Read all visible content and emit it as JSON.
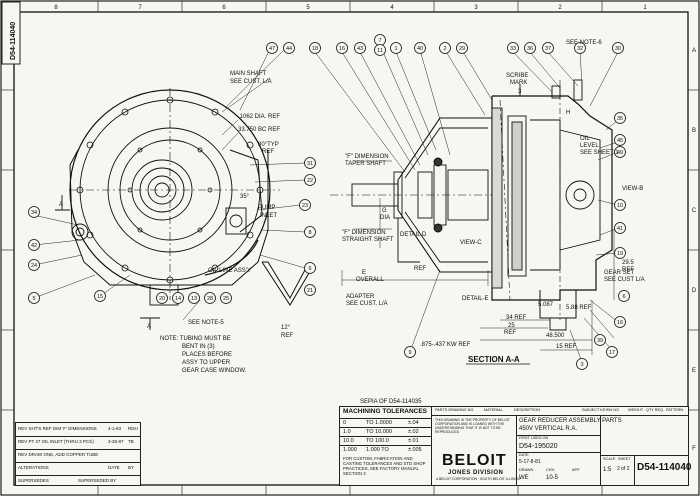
{
  "drawing": {
    "number": "D54-114040",
    "corner_number": "D54-114040",
    "section_title": "SECTION A-A",
    "sepia_note": "SEPIA OF D54-114035"
  },
  "leaders": {
    "main_shaft": "MAIN SHAFT",
    "main_shaft_sub": "SEE CUST. L/A",
    "dia_ref": ".1062 DIA. REF",
    "bc_ref": "33.750 BC REF",
    "deg_typ": "30°TYP",
    "deg_typ_sub": "REF",
    "deg_35": "35°",
    "pump_inlet_a": "PUMP",
    "pump_inlet_b": "INLET",
    "oil_line": "OIL LINE ASS'Y",
    "see_note5": "SEE NOTE-5",
    "deg_12": "12°",
    "deg_12_ref": "REF",
    "note_a": "NOTE: TUBING MUST BE",
    "note_b": "BENT IN (3)",
    "note_c": "PLACES BEFORE",
    "note_d": "ASSY TO UPPER",
    "note_e": "GEAR CASE WINDOW.",
    "see_note6": "SEE NOTE-6",
    "scribe_a": "SCRIBE",
    "scribe_b": "MARK",
    "oil_level_a": "OIL",
    "oil_level_b": "LEVEL",
    "oil_level_c": "SEE SHEET 1",
    "view_b": "VIEW-B",
    "view_c": "VIEW-C",
    "detail_d": "DETAIL D",
    "detail_e": "DETAIL-E",
    "gear_set_a": "GEAR SET",
    "gear_set_b": "SEE CUST L/A",
    "f_dim_a": "\"F\" DIMENSION",
    "f_dim_a2": "TAPER SHAFT",
    "f_dim_b": "\"F\" DIMENSION",
    "f_dim_b2": "STRAIGHT SHAFT",
    "g_dia": "G",
    "g_dia2": "DIA",
    "e_overall": "E",
    "e_overall2": "OVERALL",
    "adapter_a": "ADAPTER",
    "adapter_b": "SEE CUST. L/A",
    "dim_ref": "REF",
    "dim_295": "29.5",
    "dim_295r": "REF",
    "dim_5087": "5.087",
    "dim_588": "5.88 REF",
    "dim_34": "34 REF",
    "dim_25": "25",
    "dim_25r": "REF",
    "dim_48500": "48.500",
    "dim_15": "15 REF",
    "dim_875": ".875-.437 KW REF",
    "dim_3": "3",
    "dim_h": "H",
    "sec_a_left": "A",
    "sec_a_left2": "A"
  },
  "balloons": {
    "left": [
      "47",
      "44",
      "18",
      "16",
      "43",
      "7",
      "11",
      "1",
      "40",
      "2",
      "29",
      "31",
      "22",
      "23",
      "8",
      "6",
      "21",
      "34",
      "42",
      "24",
      "5",
      "15",
      "20",
      "14",
      "13",
      "28",
      "25"
    ],
    "right": [
      "33",
      "36",
      "37",
      "32",
      "30",
      "35",
      "45",
      "49",
      "10",
      "41",
      "19",
      "16",
      "17",
      "39",
      "3",
      "9",
      "6"
    ]
  },
  "tolerances": {
    "title": "MACHINING TOLERANCES",
    "rows": [
      {
        "range": "0",
        "to": "TO  1.0000",
        "tol": "±.04"
      },
      {
        "range": "1.0",
        "to": "TO  10.000",
        "tol": "±.02"
      },
      {
        "range": "10.0",
        "to": "TO  100.0",
        "tol": "±.01"
      },
      {
        "range": "1.000",
        "to": "1.000  TO",
        "tol": "±.005"
      }
    ],
    "note": "FOR CUSTOM, FABRICATION AND CASTING TOLERANCES AND STD SHOP PRACTICES, SEE FACTORY MANUAL SECTION 3"
  },
  "revisions": {
    "rows": [
      {
        "text": "REV SHT'S REF DIM 'F' DIMENSIONS",
        "date": "4-1-83",
        "by": "RDH"
      },
      {
        "text": "REV PT 47 OIL INLET (THRU 3 PCS)",
        "date": "3-25-87",
        "by": "TB"
      },
      {
        "text": "REV DRAW ONE, ADD COPPER TUBE",
        "date": "",
        "by": ""
      },
      {
        "text": "ALTERATIONS",
        "date": "DATE",
        "by": "BY"
      }
    ],
    "supersedes": "SUPERSEDES",
    "superseded_by": "SUPERSEDED BY"
  },
  "titleblock": {
    "company": "BELOIT",
    "division": "JONES DIVISION",
    "title_1": "GEAR REDUCER ASSEMBLY PARTS",
    "title_2": "450V VERTICAL R.A.",
    "ref_no": "D54-195020",
    "scale": "1:5",
    "sheet": "2 of 2",
    "date": "5-17-8-81",
    "drawn": "WE",
    "checked": "10-5",
    "parts_drawing_no": "PARTS DRAWING NO.",
    "material": "MATERIAL",
    "description": "DESCRIPTION",
    "first_used_on": "FIRST USED ON",
    "subject_key": "SUBJECT KEY",
    "sh_no": "SH NO",
    "h_date": "DATE",
    "h_scale": "SCALE",
    "h_sheet": "SHEET",
    "h_drawn": "DRAWN",
    "h_checked": "CH'K",
    "h_app": "APP",
    "h_weight": "WEIGHT",
    "h_qty": "QTY REQ",
    "h_pattern": "PATTERN",
    "legal": "THIS DRAWING IS THE PROPERTY OF BELOIT CORPORATION AND IS LOANED WITH THE UNDERSTANDING THAT IT IS NOT TO BE REPRODUCED",
    "address": "A BELOIT CORPORATION · SOUTH BELOIT, ILLINOIS"
  },
  "zones": {
    "top": [
      "8",
      "7",
      "6",
      "5",
      "4",
      "3",
      "2",
      "1"
    ],
    "side": [
      "A",
      "B",
      "C",
      "D",
      "E",
      "F"
    ]
  }
}
